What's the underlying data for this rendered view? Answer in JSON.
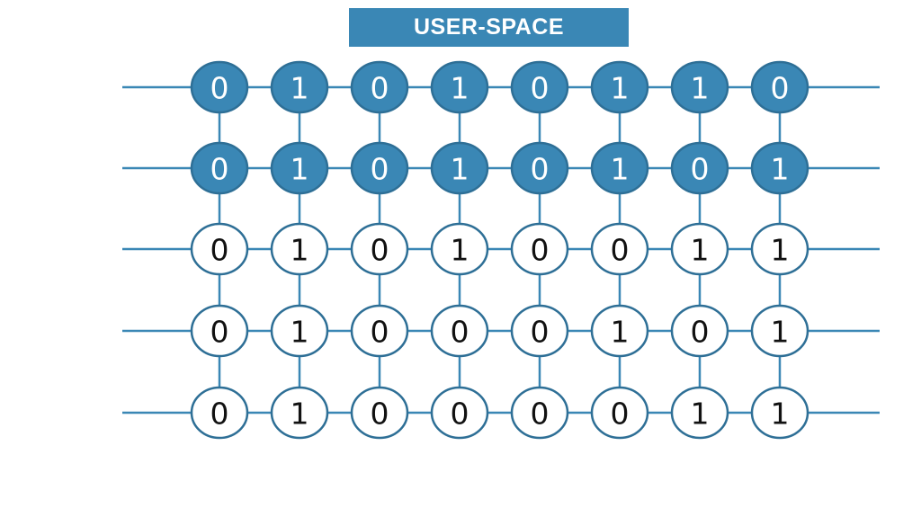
{
  "title": "USER-SPACE",
  "colors": {
    "accent": "#3a87b5",
    "node_border": "#2e6f96",
    "line": "#3a87b5",
    "filled_text": "#ffffff",
    "empty_fill": "#ffffff",
    "empty_text": "#111111"
  },
  "rows": [
    {
      "filled": true,
      "bits": [
        "0",
        "1",
        "0",
        "1",
        "0",
        "1",
        "1",
        "0"
      ]
    },
    {
      "filled": true,
      "bits": [
        "0",
        "1",
        "0",
        "1",
        "0",
        "1",
        "0",
        "1"
      ]
    },
    {
      "filled": false,
      "bits": [
        "0",
        "1",
        "0",
        "1",
        "0",
        "0",
        "1",
        "1"
      ]
    },
    {
      "filled": false,
      "bits": [
        "0",
        "1",
        "0",
        "0",
        "0",
        "1",
        "0",
        "1"
      ]
    },
    {
      "filled": false,
      "bits": [
        "0",
        "1",
        "0",
        "0",
        "0",
        "0",
        "1",
        "1"
      ]
    }
  ]
}
